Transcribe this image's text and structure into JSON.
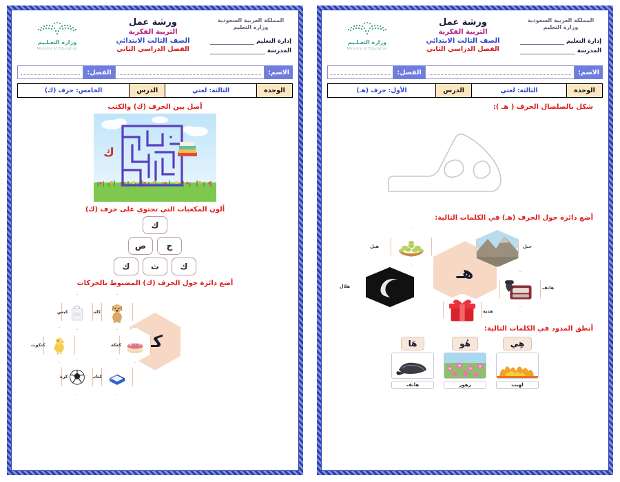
{
  "document": {
    "kind": "arabic-literacy-worksheet",
    "pages": [
      {
        "id": "page-letter-kaf",
        "header": {
          "kingdom_line1": "المملكة العربية السعودية",
          "kingdom_line2": "وزارة التعليم",
          "admin_fields": [
            {
              "label": "إدارة التعليم"
            },
            {
              "label": "المدرسة"
            }
          ],
          "title": "ورشة عمل",
          "subtitle_subject": "التربية الفكرية",
          "subtitle_grade": "الصف الثالث الابتدائي",
          "subtitle_term": "الفصل الدراسي الثاني",
          "logo_ar": "وزارة التعـلـيم",
          "logo_en": "Ministry of Education"
        },
        "id_bar": {
          "name_label": "الاسم:",
          "name_value": "",
          "class_label": "الفصل:",
          "class_value": ""
        },
        "unit_table": {
          "unit_label": "الوحدة",
          "unit_value": "الثالثة: لغتي",
          "lesson_label": "الدرس",
          "lesson_value": "الخامس: حرف (ك)"
        },
        "tasks": [
          {
            "instruction": "أصل بين الحرف (ك) والكتب",
            "type": "maze",
            "maze": {
              "start_letter": "ك",
              "goal": "كتب"
            }
          },
          {
            "instruction": "ألون المكعبات التي تحتوي على حرف (ك)",
            "type": "cube-pyramid",
            "rows": [
              [
                "ك"
              ],
              [
                "ض",
                "خ"
              ],
              [
                "ك",
                "ث",
                "ك"
              ]
            ]
          },
          {
            "instruction": "أضع دائرة حول الحرف (ك) المضبوط بالحركات",
            "type": "hex-flower",
            "center": "كـ",
            "petals": [
              {
                "label": "كلب",
                "icon": "dog"
              },
              {
                "label": "كعكة",
                "icon": "cake"
              },
              {
                "label": "كتاب",
                "icon": "book"
              },
              {
                "label": "كرة",
                "icon": "ball"
              },
              {
                "label": "كتكوت",
                "icon": "chick"
              },
              {
                "label": "كيس",
                "icon": "bag"
              }
            ]
          }
        ]
      },
      {
        "id": "page-letter-ha",
        "header": {
          "kingdom_line1": "المملكة العربية السعودية",
          "kingdom_line2": "وزارة التعليم",
          "admin_fields": [
            {
              "label": "إدارة التعليم"
            },
            {
              "label": "المدرسة"
            }
          ],
          "title": "ورشة عمل",
          "subtitle_subject": "التربية الفكرية",
          "subtitle_grade": "الصف الثالث الابتدائي",
          "subtitle_term": "الفصل الدراسي الثاني",
          "logo_ar": "وزارة التعـلـيم",
          "logo_en": "Ministry of Education"
        },
        "id_bar": {
          "name_label": "الاسم:",
          "name_value": "",
          "class_label": "الفصل:",
          "class_value": ""
        },
        "unit_table": {
          "unit_label": "الوحدة",
          "unit_value": "الثالثة: لغتي",
          "lesson_label": "الدرس",
          "lesson_value": "الأول: حرف (هـ)"
        },
        "tasks": [
          {
            "instruction": "شكل بالصلصال الحرف ( هـ ):",
            "type": "trace-outline",
            "letter": "هـ"
          },
          {
            "instruction": "أضع دائرة حول الحرف (هـ) في الكلمات التالية:",
            "type": "hex-flower",
            "center": "هـ",
            "petals": [
              {
                "label": "جبل",
                "icon": "mountain"
              },
              {
                "label": "هاتف",
                "icon": "telephone"
              },
              {
                "label": "هدية",
                "icon": "gift"
              },
              {
                "label": "هلال",
                "icon": "crescent"
              },
              {
                "label": "هيل",
                "icon": "cardamom"
              }
            ]
          },
          {
            "instruction": "أنطق المدود في الكلمات التالية:",
            "type": "word-cards",
            "cards": [
              {
                "word": "هَا",
                "caption": "هاتف",
                "icon": "telephone"
              },
              {
                "word": "هُو",
                "caption": "زهور",
                "icon": "flowers"
              },
              {
                "word": "هِي",
                "caption": "لهيب",
                "icon": "flame"
              }
            ]
          }
        ]
      }
    ]
  },
  "colors": {
    "frame_blue": "#2f43b5",
    "tag_purple": "#6f7ede",
    "table_header": "#fbe7c2",
    "instruction_red": "#e01b1b",
    "value_blue": "#2a44c8",
    "subject_pink": "#b11a7a",
    "term_red": "#d31b1b",
    "hex_peach": "#f6d8c4",
    "logo_teal": "#3d9d8e"
  }
}
